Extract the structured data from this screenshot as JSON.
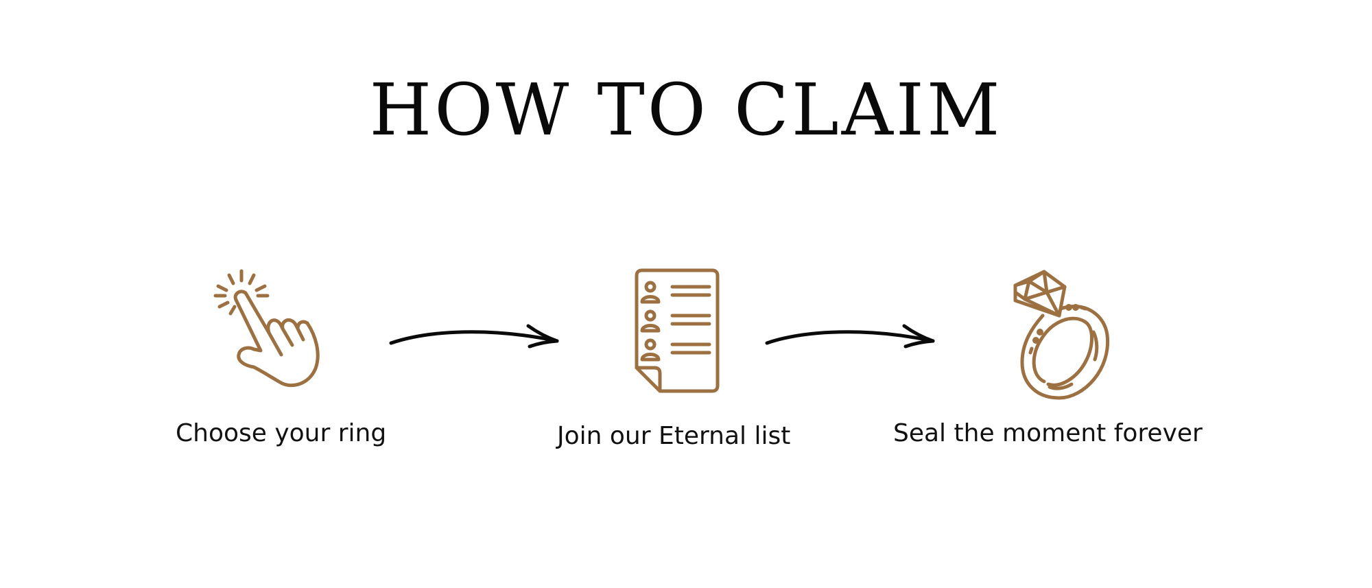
{
  "title": "HOW TO CLAIM",
  "accent_color": "#9C7040",
  "arrow_color": "#0a0a0a",
  "steps": [
    {
      "icon": "tap-hand-icon",
      "label": "Choose your ring"
    },
    {
      "icon": "list-document-icon",
      "label": "Join our Eternal list"
    },
    {
      "icon": "diamond-ring-icon",
      "label": "Seal the moment forever"
    }
  ],
  "connectors": [
    {
      "icon": "arrow-right-icon"
    },
    {
      "icon": "arrow-right-icon"
    }
  ]
}
